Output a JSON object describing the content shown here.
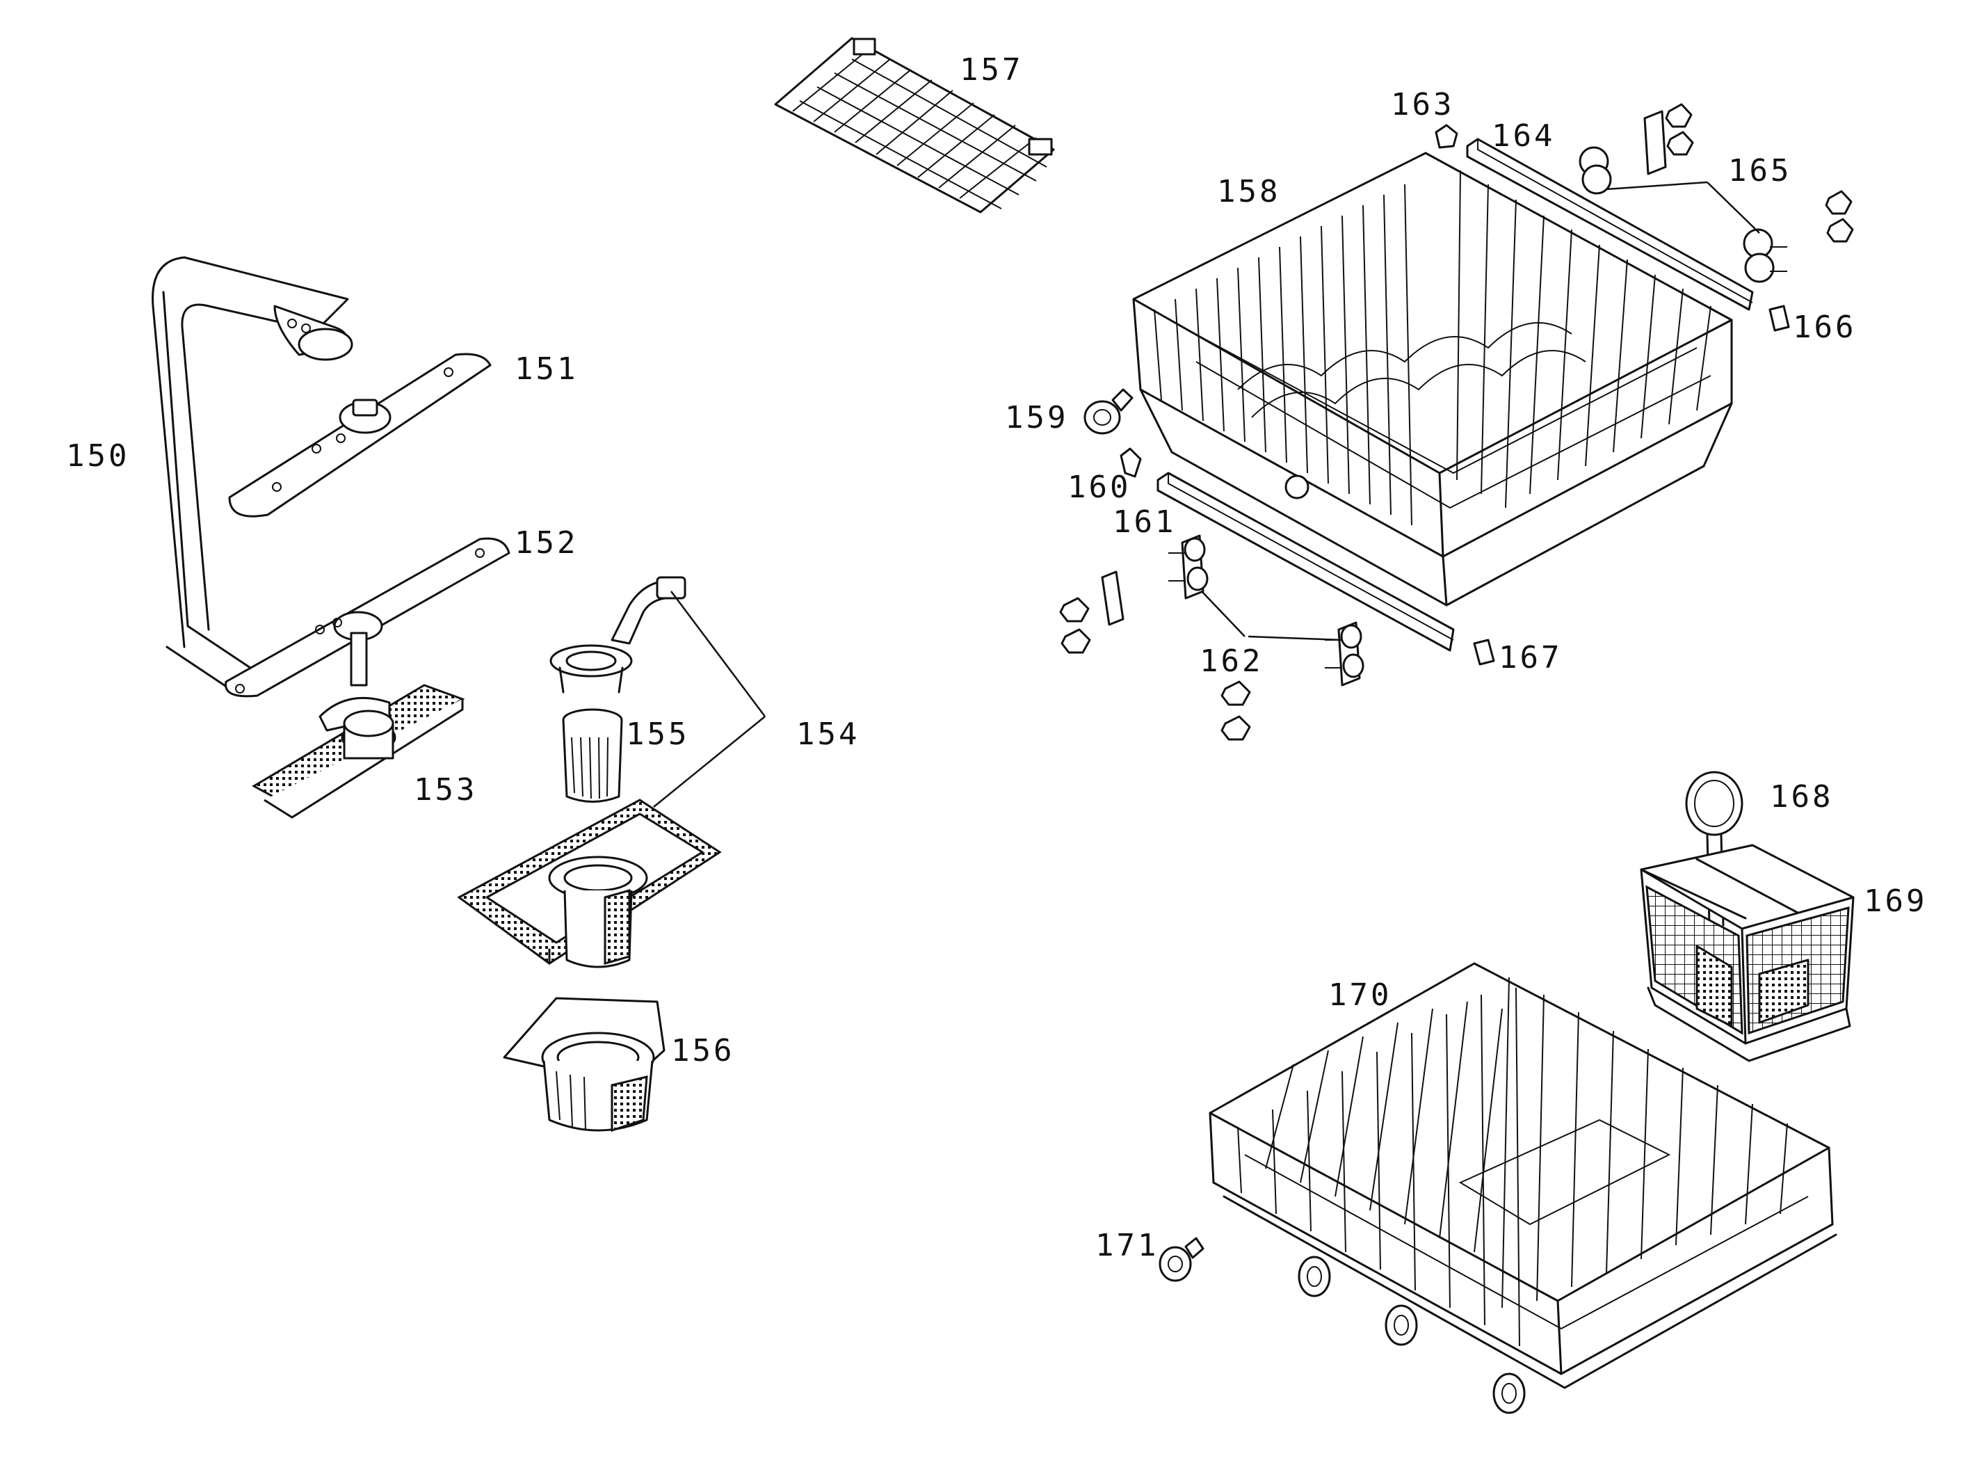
{
  "labels": {
    "p150": "150",
    "p151": "151",
    "p152": "152",
    "p153": "153",
    "p154": "154",
    "p155": "155",
    "p156": "156",
    "p157": "157",
    "p158": "158",
    "p159": "159",
    "p160": "160",
    "p161": "161",
    "p162": "162",
    "p163": "163",
    "p164": "164",
    "p165": "165",
    "p166": "166",
    "p167": "167",
    "p168": "168",
    "p169": "169",
    "p170": "170",
    "p171": "171"
  }
}
